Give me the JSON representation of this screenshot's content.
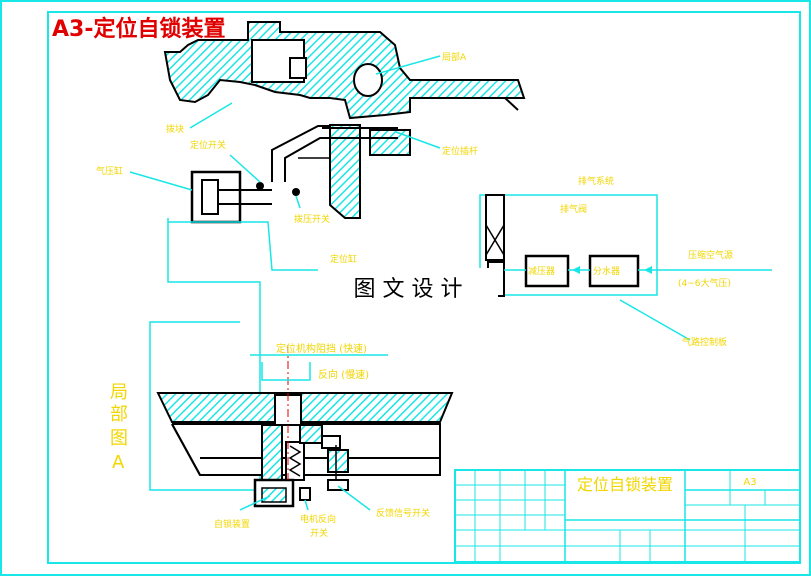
{
  "title": "A3-定位自锁装置",
  "labels": {
    "juan_a": "局部A",
    "bo_kuai": "拨块",
    "dingwei_xiaogan": "定位插杆",
    "dingwei_kaiguan": "定位开关",
    "qi_ya_gang": "气压缸",
    "bo_ya_kaiguan": "拨压开关",
    "pai_qi_xitong": "排气系统",
    "pai_qi_fa": "排气阀",
    "ding_wei_gang": "定位缸",
    "jian_ya_fa": "减压器",
    "fen_shui_qi": "分水器",
    "ya_suo_kongqi": "压缩空气源",
    "pressure": "(4~6大气压)",
    "qi_lu_kongzhi": "气路控制板",
    "speed_fast": "定位机构阻挡 (快速)",
    "speed_slow": "反向 (慢速)",
    "zi_suo": "自锁装置",
    "dian_ji_fanxiang": "电机反向",
    "kaiguan": "开关",
    "fan_kui": "反馈信号开关"
  },
  "side_label": [
    "局",
    "部",
    "图",
    "A"
  ],
  "watermark": "图 文 设 计",
  "title_block": {
    "name": "定位自锁装置",
    "size": "A3"
  },
  "colors": {
    "border": "#19e6e6",
    "hatch": "#19e6e6",
    "label": "#f2d600",
    "title": "#e00000"
  }
}
